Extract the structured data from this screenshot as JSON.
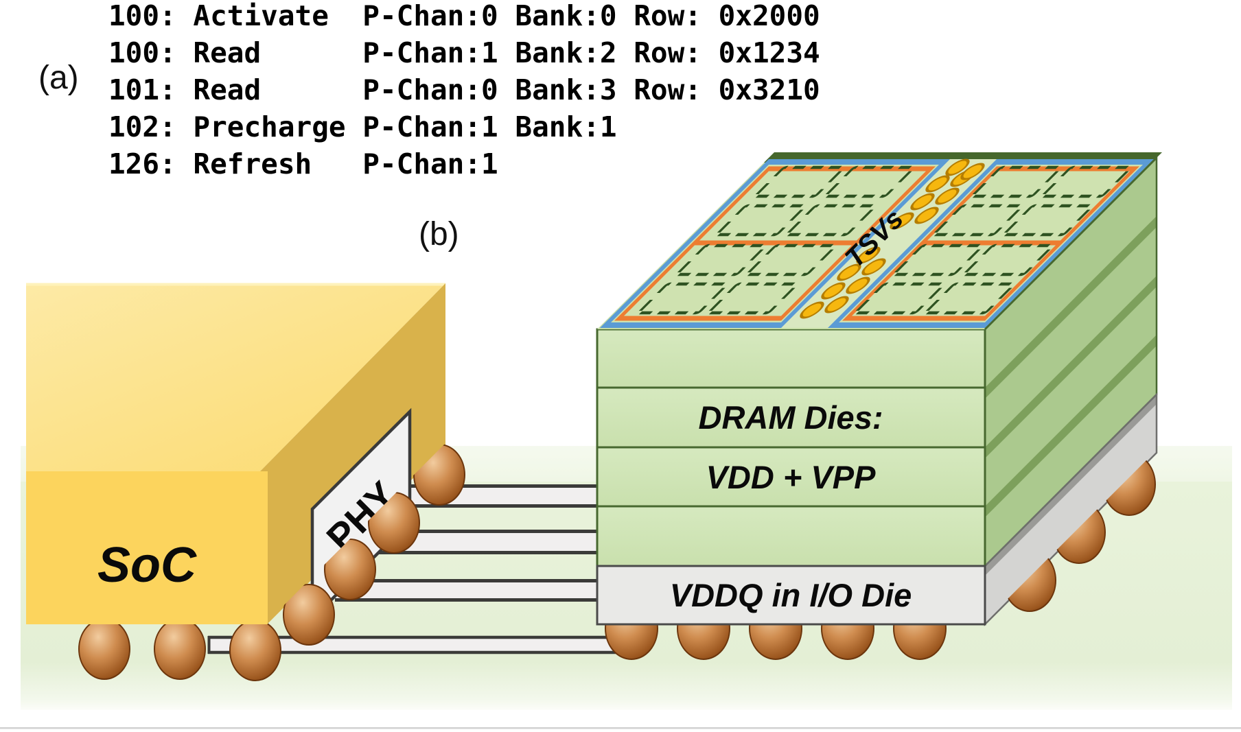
{
  "panel_labels": {
    "a": "(a)",
    "b": "(b)"
  },
  "command_trace": {
    "lines": [
      "100: Activate  P-Chan:0 Bank:0 Row: 0x2000",
      "100: Read      P-Chan:1 Bank:2 Row: 0x1234",
      "101: Read      P-Chan:0 Bank:3 Row: 0x3210",
      "102: Precharge P-Chan:1 Bank:1",
      "126: Refresh   P-Chan:1"
    ]
  },
  "soc": {
    "label": "SoC",
    "phy_label": "PHY"
  },
  "dram_stack": {
    "die_label_line1": "DRAM Dies:",
    "die_label_line2": "VDD + VPP",
    "io_die_label": "VDDQ in I/O Die",
    "tsv_label": "TSVs",
    "dram_die_count": 4,
    "channels_per_die": 2,
    "bank_outlines_per_channel": 8
  },
  "colors": {
    "soc_top": "#fde389",
    "soc_front": "#fcd45d",
    "soc_side": "#d9b24b",
    "phy_fill": "#f2f2f2",
    "board_green": "#e7f2da",
    "die_front_green": "#cfe5b5",
    "die_side_green": "#abc98e",
    "die_top_green": "#cfe2b0",
    "tsv_strip_green": "#d9e8c0",
    "io_die_gray": "#e9e9e7",
    "channel_border_blue": "#5b9bd5",
    "channel_border_orange": "#ed7d31",
    "bank_dash_green": "#2e5221",
    "tsv_dot_yellow": "#f6b70f",
    "bump_copper": "#c07a3e",
    "trace_gray": "#f1efef"
  }
}
